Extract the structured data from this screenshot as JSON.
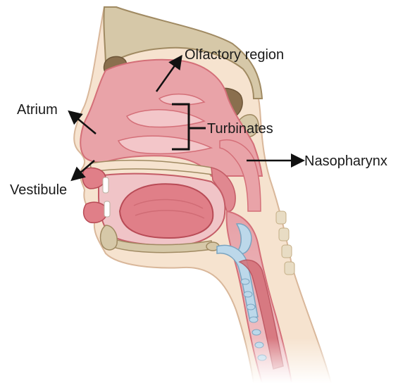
{
  "labels": {
    "olfactory": "Olfactory region",
    "atrium": "Atrium",
    "turbinates": "Turbinates",
    "nasopharynx": "Nasopharynx",
    "vestibule": "Vestibule"
  },
  "colors": {
    "skin": "#f6e3cf",
    "skin_outline": "#d9b79a",
    "bone": "#d6c8a8",
    "bone_dark": "#a08a62",
    "mucosa": "#e9a3a8",
    "mucosa_dark": "#d46f78",
    "tongue": "#e07f88",
    "cartilage_blue": "#bcd8ea",
    "cavity": "#8a6f4e",
    "text": "#1a1a1a"
  }
}
